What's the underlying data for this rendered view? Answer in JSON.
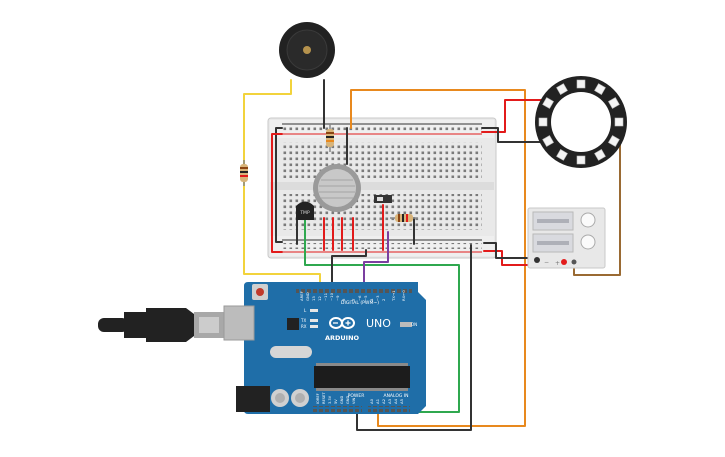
{
  "colors": {
    "wire_yellow": "#f2d33c",
    "wire_orange": "#e8891e",
    "wire_red": "#e21b1b",
    "wire_black": "#333333",
    "wire_green": "#2fa84f",
    "wire_purple": "#7b3fa0",
    "wire_brown": "#9a6a33",
    "board_blue": "#1f6ea8",
    "breadboard": "#ececec"
  },
  "arduino": {
    "brand": "ARDUINO",
    "model": "UNO",
    "digital_label": "DIGITAL (PWM~)",
    "analog_label": "ANALOG IN",
    "power_label": "POWER",
    "aref": "AREF",
    "gnd": "GND",
    "pin13": "13",
    "pin12": "12",
    "pin11": "~11",
    "pin10": "~10",
    "pin9": "~9",
    "pin8": "8",
    "pin7": "7",
    "pin6": "~6",
    "pin5": "~5",
    "pin4": "4",
    "pin3": "~3",
    "pin2": "2",
    "tx1": "TX→1",
    "rx0": "RX←0",
    "led_l": "L",
    "led_tx": "TX",
    "led_rx": "RX",
    "on": "ON",
    "a0": "A0",
    "a1": "A1",
    "a2": "A2",
    "a3": "A3",
    "a4": "A4",
    "a5": "A5",
    "ioref": "IOREF",
    "reset": "RESET",
    "v33": "3.3V",
    "v5": "5V",
    "gnd1": "GND",
    "gnd2": "GND",
    "vin": "VIN"
  },
  "components": {
    "temp_sensor_label": "TMP",
    "power_supply_plus": "+",
    "power_supply_minus": "−"
  }
}
